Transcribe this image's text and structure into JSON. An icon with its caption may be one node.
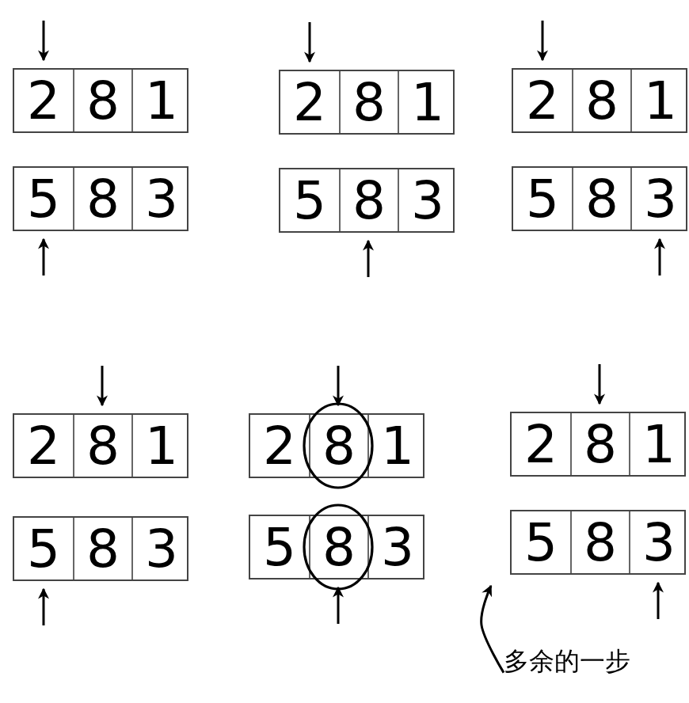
{
  "diagram": {
    "nodes": [
      {
        "text": [],
        "shape": "box"
      },
      {
        "text": [
          "2"
        ],
        "in": 0
      },
      {
        "text": [
          "8"
        ],
        "in": 0
      },
      {
        "text": [
          "1"
        ],
        "in": 0
      },
      {
        "text": [],
        "shape": "box"
      },
      {
        "text": [
          "5"
        ],
        "in": 4
      },
      {
        "text": [
          "8"
        ],
        "in": 4
      },
      {
        "text": [
          "3"
        ],
        "in": 4
      },
      {
        "text": [],
        "shape": "box"
      },
      {
        "text": [
          "2"
        ],
        "in": 8
      },
      {
        "text": [
          "8"
        ],
        "in": 8
      },
      {
        "text": [
          "1"
        ],
        "in": 8
      },
      {
        "text": [],
        "shape": "box"
      },
      {
        "text": [
          "5"
        ],
        "in": 12
      },
      {
        "text": [
          "8"
        ],
        "in": 12
      },
      {
        "text": [
          "3"
        ],
        "in": 12
      },
      {
        "text": [],
        "shape": "box"
      },
      {
        "text": [
          "2"
        ],
        "in": 16
      },
      {
        "text": [
          "8"
        ],
        "in": 16
      },
      {
        "text": [
          "1"
        ],
        "in": 16
      },
      {
        "text": [],
        "shape": "box"
      },
      {
        "text": [
          "5"
        ],
        "in": 20
      },
      {
        "text": [
          "8"
        ],
        "in": 20
      },
      {
        "text": [
          "3"
        ],
        "in": 20
      },
      {
        "text": [],
        "shape": "box"
      },
      {
        "text": [
          "2"
        ],
        "in": 24
      },
      {
        "text": [
          "8"
        ],
        "in": 24
      },
      {
        "text": [
          "1"
        ],
        "in": 24
      },
      {
        "text": [],
        "shape": "box"
      },
      {
        "text": [
          "5"
        ],
        "in": 28
      },
      {
        "text": [
          "8"
        ],
        "in": 28
      },
      {
        "text": [
          "3"
        ],
        "in": 28
      },
      {
        "text": [],
        "shape": "box"
      },
      {
        "text": [
          "2"
        ],
        "in": 32
      },
      {
        "text": [
          "8"
        ],
        "in": 32
      },
      {
        "text": [
          "1"
        ],
        "in": 32
      },
      {
        "text": [],
        "shape": "box"
      },
      {
        "text": [
          "5"
        ],
        "in": 36
      },
      {
        "text": [
          "8"
        ],
        "in": 36
      },
      {
        "text": [
          "3"
        ],
        "in": 36
      },
      {
        "text": [],
        "shape": "box"
      },
      {
        "text": [
          "2"
        ],
        "in": 40
      },
      {
        "text": [
          "8"
        ],
        "in": 40
      },
      {
        "text": [
          "1"
        ],
        "in": 40
      },
      {
        "text": [],
        "shape": "box"
      },
      {
        "text": [
          "5"
        ],
        "in": 44
      },
      {
        "text": [
          "8"
        ],
        "in": 44
      },
      {
        "text": [
          "3"
        ],
        "in": 44
      },
      {
        "text": [
          "多余的一步"
        ]
      }
    ],
    "edges": [
      {
        "from": null,
        "to": 1,
        "arrow": "to"
      },
      {
        "from": null,
        "to": 5,
        "arrow": "to"
      },
      {
        "from": null,
        "to": 9,
        "arrow": "to"
      },
      {
        "from": null,
        "to": 14,
        "arrow": "to"
      },
      {
        "from": null,
        "to": 17,
        "arrow": "to"
      },
      {
        "from": null,
        "to": 23,
        "arrow": "to"
      },
      {
        "from": null,
        "to": 26,
        "arrow": "to"
      },
      {
        "from": null,
        "to": 29,
        "arrow": "to"
      },
      {
        "from": null,
        "to": 34,
        "arrow": "to"
      },
      {
        "from": null,
        "to": 38,
        "arrow": "to"
      },
      {
        "from": null,
        "to": 42,
        "arrow": "to"
      },
      {
        "from": null,
        "to": 47,
        "arrow": "to"
      },
      {
        "from": 48,
        "to": 44,
        "arrow": "to"
      }
    ]
  }
}
